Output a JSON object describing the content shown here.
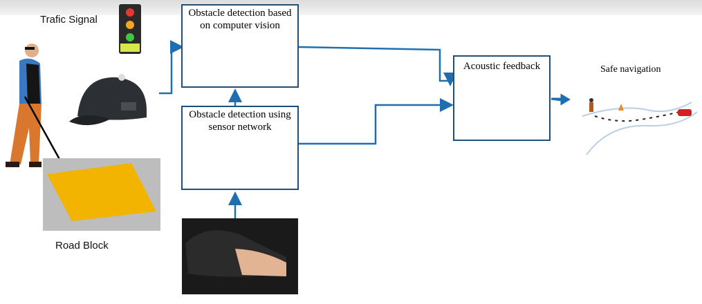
{
  "labels": {
    "traffic_signal": "Trafic Signal",
    "road_block": "Road Block",
    "safe_navigation": "Safe navigation"
  },
  "boxes": {
    "computer_vision": {
      "title_line1": "Obstacle detection based",
      "title_line2": "on computer vision"
    },
    "sensor_network": {
      "title_line1": "Obstacle detection using",
      "title_line2": "sensor network"
    },
    "acoustic": {
      "title": "Acoustic feedback"
    }
  },
  "colors": {
    "arrow": "#1f6fb0",
    "box_border": "#1f4e79",
    "tactile": "#f2b400"
  }
}
